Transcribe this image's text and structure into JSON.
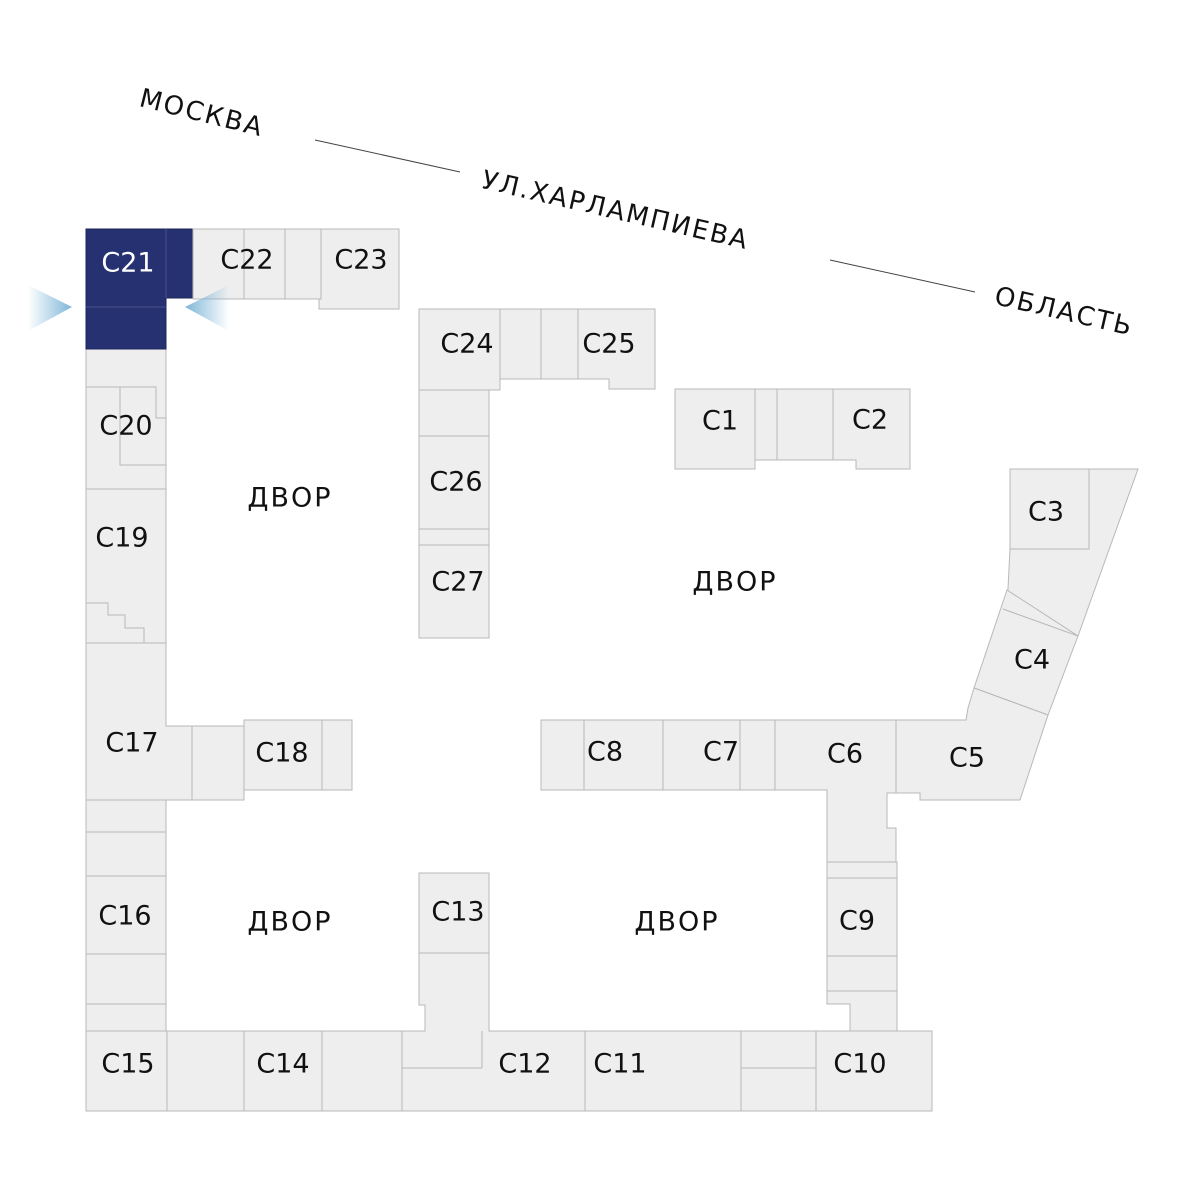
{
  "street": {
    "left": "МОСКВА",
    "middle": "УЛ.ХАРЛАМПИЕВА",
    "right": "ОБЛАСТЬ"
  },
  "yard_label": "ДВОР",
  "selected_section": "С21",
  "sections": {
    "c1": "С1",
    "c2": "С2",
    "c3": "С3",
    "c4": "С4",
    "c5": "С5",
    "c6": "С6",
    "c7": "С7",
    "c8": "С8",
    "c9": "С9",
    "c10": "С10",
    "c11": "С11",
    "c12": "С12",
    "c13": "С13",
    "c14": "С14",
    "c15": "С15",
    "c16": "С16",
    "c17": "С17",
    "c18": "С18",
    "c19": "С19",
    "c20": "С20",
    "c21": "С21",
    "c22": "С22",
    "c23": "С23",
    "c24": "С24",
    "c25": "С25",
    "c26": "С26",
    "c27": "С27"
  },
  "colors": {
    "block": "#eeeeee",
    "block_stroke": "#b8b8b8",
    "selected": "#253170",
    "view_marker": "#7fb6d8"
  },
  "icons": {
    "view_marker_left": "view-direction-arrow",
    "view_marker_right": "view-direction-arrow"
  }
}
